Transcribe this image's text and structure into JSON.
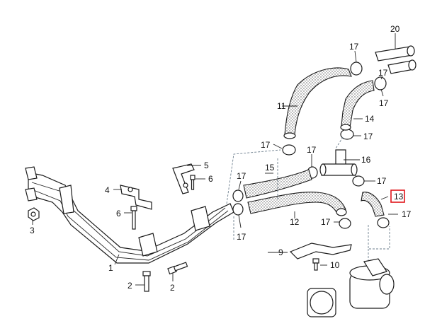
{
  "diagram": {
    "labels": {
      "p1": "1",
      "p2a": "2",
      "p2b": "2",
      "p3": "3",
      "p4": "4",
      "p5": "5",
      "p6a": "6",
      "p6b": "6",
      "p9": "9",
      "p10": "10",
      "p11": "11",
      "p12": "12",
      "p13": "13",
      "p14": "14",
      "p15": "15",
      "p16": "16",
      "p17a": "17",
      "p17b": "17",
      "p17c": "17",
      "p17d": "17",
      "p17e": "17",
      "p17f": "17",
      "p17g": "17",
      "p17h": "17",
      "p17i": "17",
      "p17j": "17",
      "p17k": "17",
      "p20": "20"
    },
    "highlighted_part": "13",
    "highlight_color": "#e0161b"
  }
}
